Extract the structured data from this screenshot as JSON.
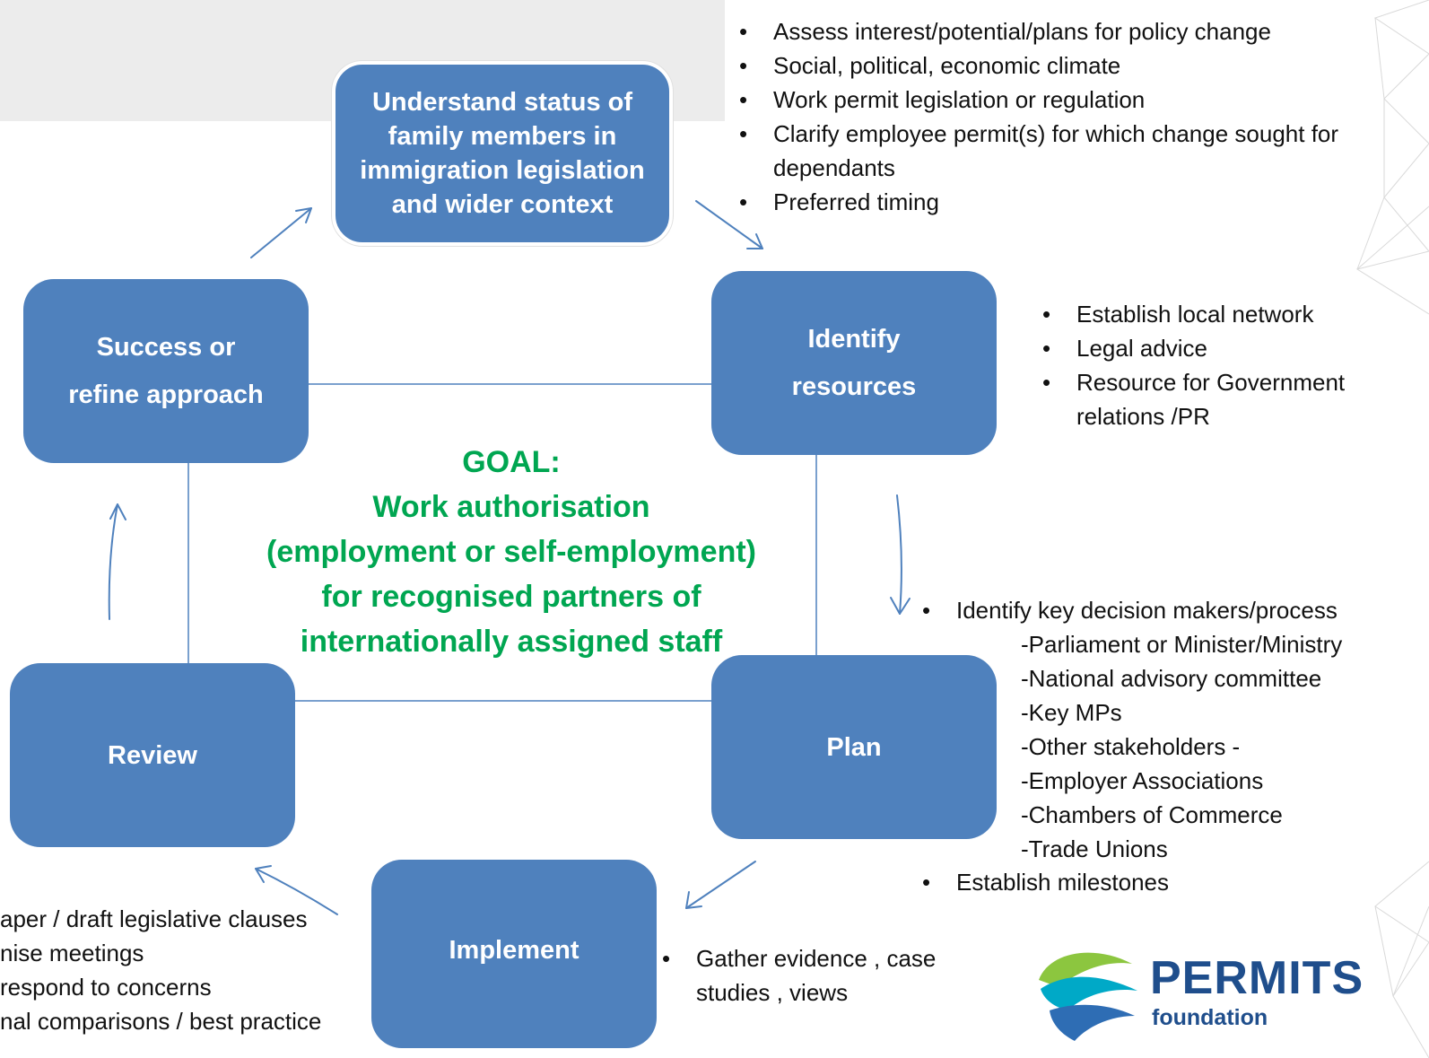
{
  "center_goal": {
    "lines": [
      "GOAL:",
      "Work authorisation",
      "(employment or self-employment)",
      "for recognised partners of",
      "internationally  assigned staff"
    ]
  },
  "steps": {
    "understand": [
      "Understand  status of",
      "family members  in",
      "immigration legislation",
      "and wider context"
    ],
    "identify": [
      "Identify",
      "resources"
    ],
    "plan": "Plan",
    "implement": "Implement",
    "review": "Review",
    "success": [
      "Success or",
      "refine approach"
    ]
  },
  "notes": {
    "understand": [
      "Assess interest/potential/plans for policy change",
      "Social, political, economic climate",
      "Work permit legislation or regulation",
      "Clarify  employee permit(s) for which change  sought for dependants",
      "Preferred timing"
    ],
    "identify": [
      "Establish local network",
      "Legal advice",
      "Resource for Government relations /PR"
    ],
    "plan_main": "Identify key decision makers/process",
    "plan_sub": [
      "-Parliament or  Minister/Ministry",
      "-National advisory committee",
      "-Key MPs",
      "-Other stakeholders  -",
      "-Employer Associations",
      "-Chambers of Commerce",
      "-Trade Unions"
    ],
    "plan_last": "Establish milestones",
    "implement_right": "Gather  evidence , case studies ,  views",
    "implement_left": [
      "aper / draft legislative clauses",
      "nise meetings",
      "respond to concerns",
      "nal comparisons / best practice"
    ]
  },
  "logo": {
    "name": "PERMITS",
    "tagline": "foundation"
  },
  "colors": {
    "box": "#4f81bd",
    "goal": "#00a651",
    "arrow": "#4f81bd",
    "logo": "#1f4e8c"
  }
}
